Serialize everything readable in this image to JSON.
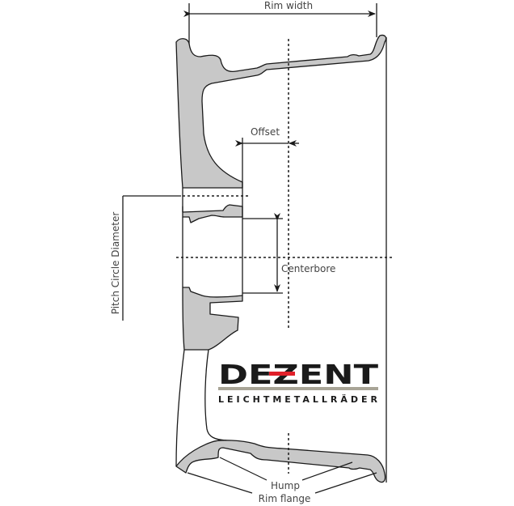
{
  "labels": {
    "rim_width": "Rim width",
    "offset": "Offset",
    "centerbore": "Centerbore",
    "pitch_circle_diameter": "Pitch Circle Diameter",
    "hump": "Hump",
    "rim_flange": "Rim flange"
  },
  "logo": {
    "brand": "DEZENT",
    "subtitle": "LEICHTMETALLRÄDER"
  },
  "colors": {
    "fill": "#c8c8c8",
    "line": "#1a1a1a",
    "logo_accent": "#e0202a",
    "logo_bar": "#a8a496"
  }
}
